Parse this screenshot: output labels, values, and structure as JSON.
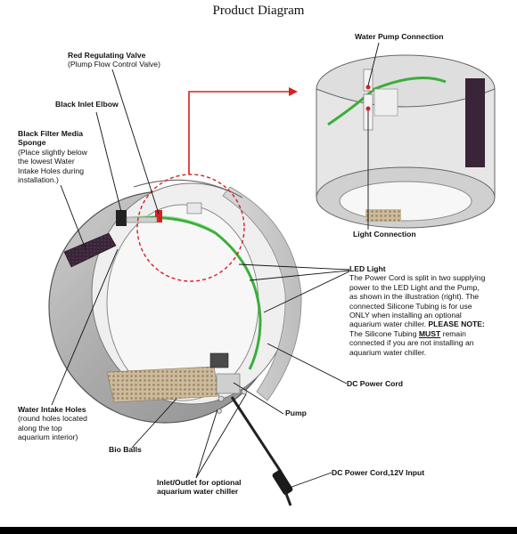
{
  "title": "Product Diagram",
  "labels": {
    "red_valve": {
      "title": "Red Regulating Valve",
      "sub": "(Plump Flow Control Valve)"
    },
    "black_elbow": {
      "title": "Black Inlet Elbow"
    },
    "filter_sponge": {
      "title_l1": "Black Filter Media",
      "title_l2": "Sponge",
      "sub": [
        "(Place slightly below",
        "the lowest Water",
        "Intake Holes during",
        "installation.)"
      ]
    },
    "water_pump_conn": {
      "title": "Water Pump Connection"
    },
    "light_conn": {
      "title": "Light Connection"
    },
    "led_light": {
      "title": "LED Light",
      "lines": [
        "The Power Cord is split in two supplying",
        "power to the LED Light and the Pump,",
        "as shown in the illustration (right). The",
        "connected Silicone Tubing is for use",
        "ONLY when installing an optional",
        "aquarium water chiller."
      ],
      "note_label": "PLEASE NOTE:",
      "note_l1_pre": "The Silicone Tubing ",
      "note_l1_em": "MUST",
      "note_l1_post": " remain",
      "note_l2": "connected if you are not installing an",
      "note_l3": "aquarium water chiller."
    },
    "dc_power_cord": {
      "title": "DC Power Cord"
    },
    "water_intake": {
      "title": "Water Intake Holes",
      "sub": [
        "(round holes located",
        "along the top",
        "aquarium interior)"
      ]
    },
    "pump": {
      "title": "Pump"
    },
    "bio_balls": {
      "title": "Bio Balls"
    },
    "chiller": {
      "title_l1": "Inlet/Outlet for optional",
      "title_l2": "aquarium water chiller"
    },
    "dc_12v": {
      "title": "DC Power Cord,12V Input"
    }
  },
  "colors": {
    "tubing": "#3cae3c",
    "valve": "#d62020",
    "callout": "#d62020",
    "shell": "#b5b5b5",
    "sponge": "#3a2438",
    "bio_balls": "#c7b69a"
  }
}
